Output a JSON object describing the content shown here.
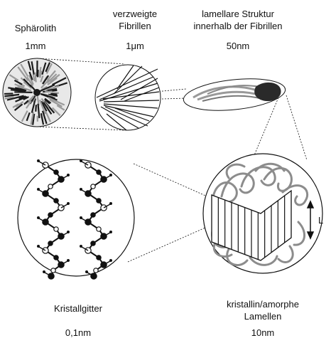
{
  "labels": {
    "spherulite": "Sphärolith",
    "fibrils": [
      "verzweigte",
      "Fibrillen"
    ],
    "lamellar": [
      "lamellare Struktur",
      "innerhalb der Fibrillen"
    ],
    "crystal_lattice": "Kristallgitter",
    "lamellae": [
      "kristallin/amorphe",
      "Lamellen"
    ],
    "thickness_symbol": "L"
  },
  "scales": {
    "spherulite": "1mm",
    "fibrils": "1μm",
    "lamellar": "50nm",
    "crystal_lattice": "0,1nm",
    "lamellae": "10nm"
  },
  "colors": {
    "ink": "#111111",
    "gray_fill": "#9a9a9a",
    "dark_fill": "#2a2a2a",
    "amorphous_chain": "#8c8c8c"
  }
}
